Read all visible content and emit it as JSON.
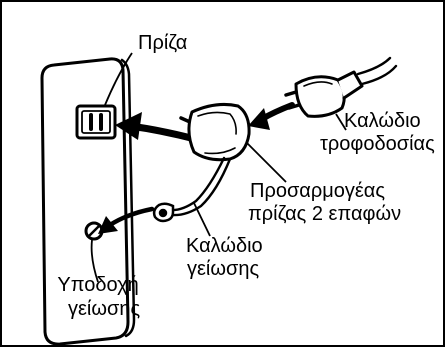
{
  "labels": {
    "outlet": "Πρίζα",
    "power_cable_line1": "Καλώδιο",
    "power_cable_line2": "τροφοδοσίας",
    "adapter_line1": "Προσαρμογέας",
    "adapter_line2": "πρίζας 2 επαφών",
    "ground_cable_line1": "Καλώδιο",
    "ground_cable_line2": "γείωσης",
    "ground_terminal_line1": "Υποδοχή",
    "ground_terminal_line2": "γείωσης"
  },
  "icons": {
    "outlet": "wall-outlet-icon",
    "adapter": "two-prong-adapter-icon",
    "plug": "power-plug-icon",
    "ground_screw": "ground-screw-icon",
    "arrow_plug": "arrow-left-icon",
    "arrow_adapter": "arrow-left-icon",
    "arrow_ground": "arrow-left-icon"
  },
  "colors": {
    "ink": "#000000",
    "background": "#ffffff"
  }
}
